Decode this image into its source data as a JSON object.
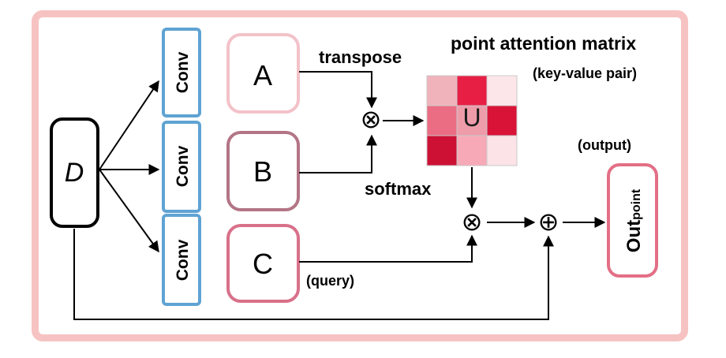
{
  "input": {
    "label": "D"
  },
  "conv_blocks": [
    {
      "label": "Conv",
      "color": "#5fa3d3"
    },
    {
      "label": "Conv",
      "color": "#5fa3d3"
    },
    {
      "label": "Conv",
      "color": "#5fa3d3"
    }
  ],
  "branches": [
    {
      "label": "A",
      "color": "#f3c2c9"
    },
    {
      "label": "B",
      "color": "#b37586"
    },
    {
      "label": "C",
      "color": "#d9708a"
    }
  ],
  "labels": {
    "transpose": "transpose",
    "softmax": "softmax",
    "query": "(query)",
    "attention_title": "point attention matrix",
    "attention_subtitle": "(key-value pair)",
    "output_note": "(output)"
  },
  "matrix": {
    "label": "U",
    "cells": [
      "#f1b3bb",
      "#e81f45",
      "#fde6ea",
      "#ea6d83",
      "#ee9caa",
      "#d91337",
      "#cc1135",
      "#f7a9b7",
      "#fbe3e8"
    ]
  },
  "operators": {
    "multiply": "⊗",
    "add": "⊕"
  },
  "output": {
    "main": "Out",
    "sub": "point",
    "color": "#e36f86"
  },
  "colors": {
    "frame": "#f6c3c2",
    "line": "#000000"
  }
}
